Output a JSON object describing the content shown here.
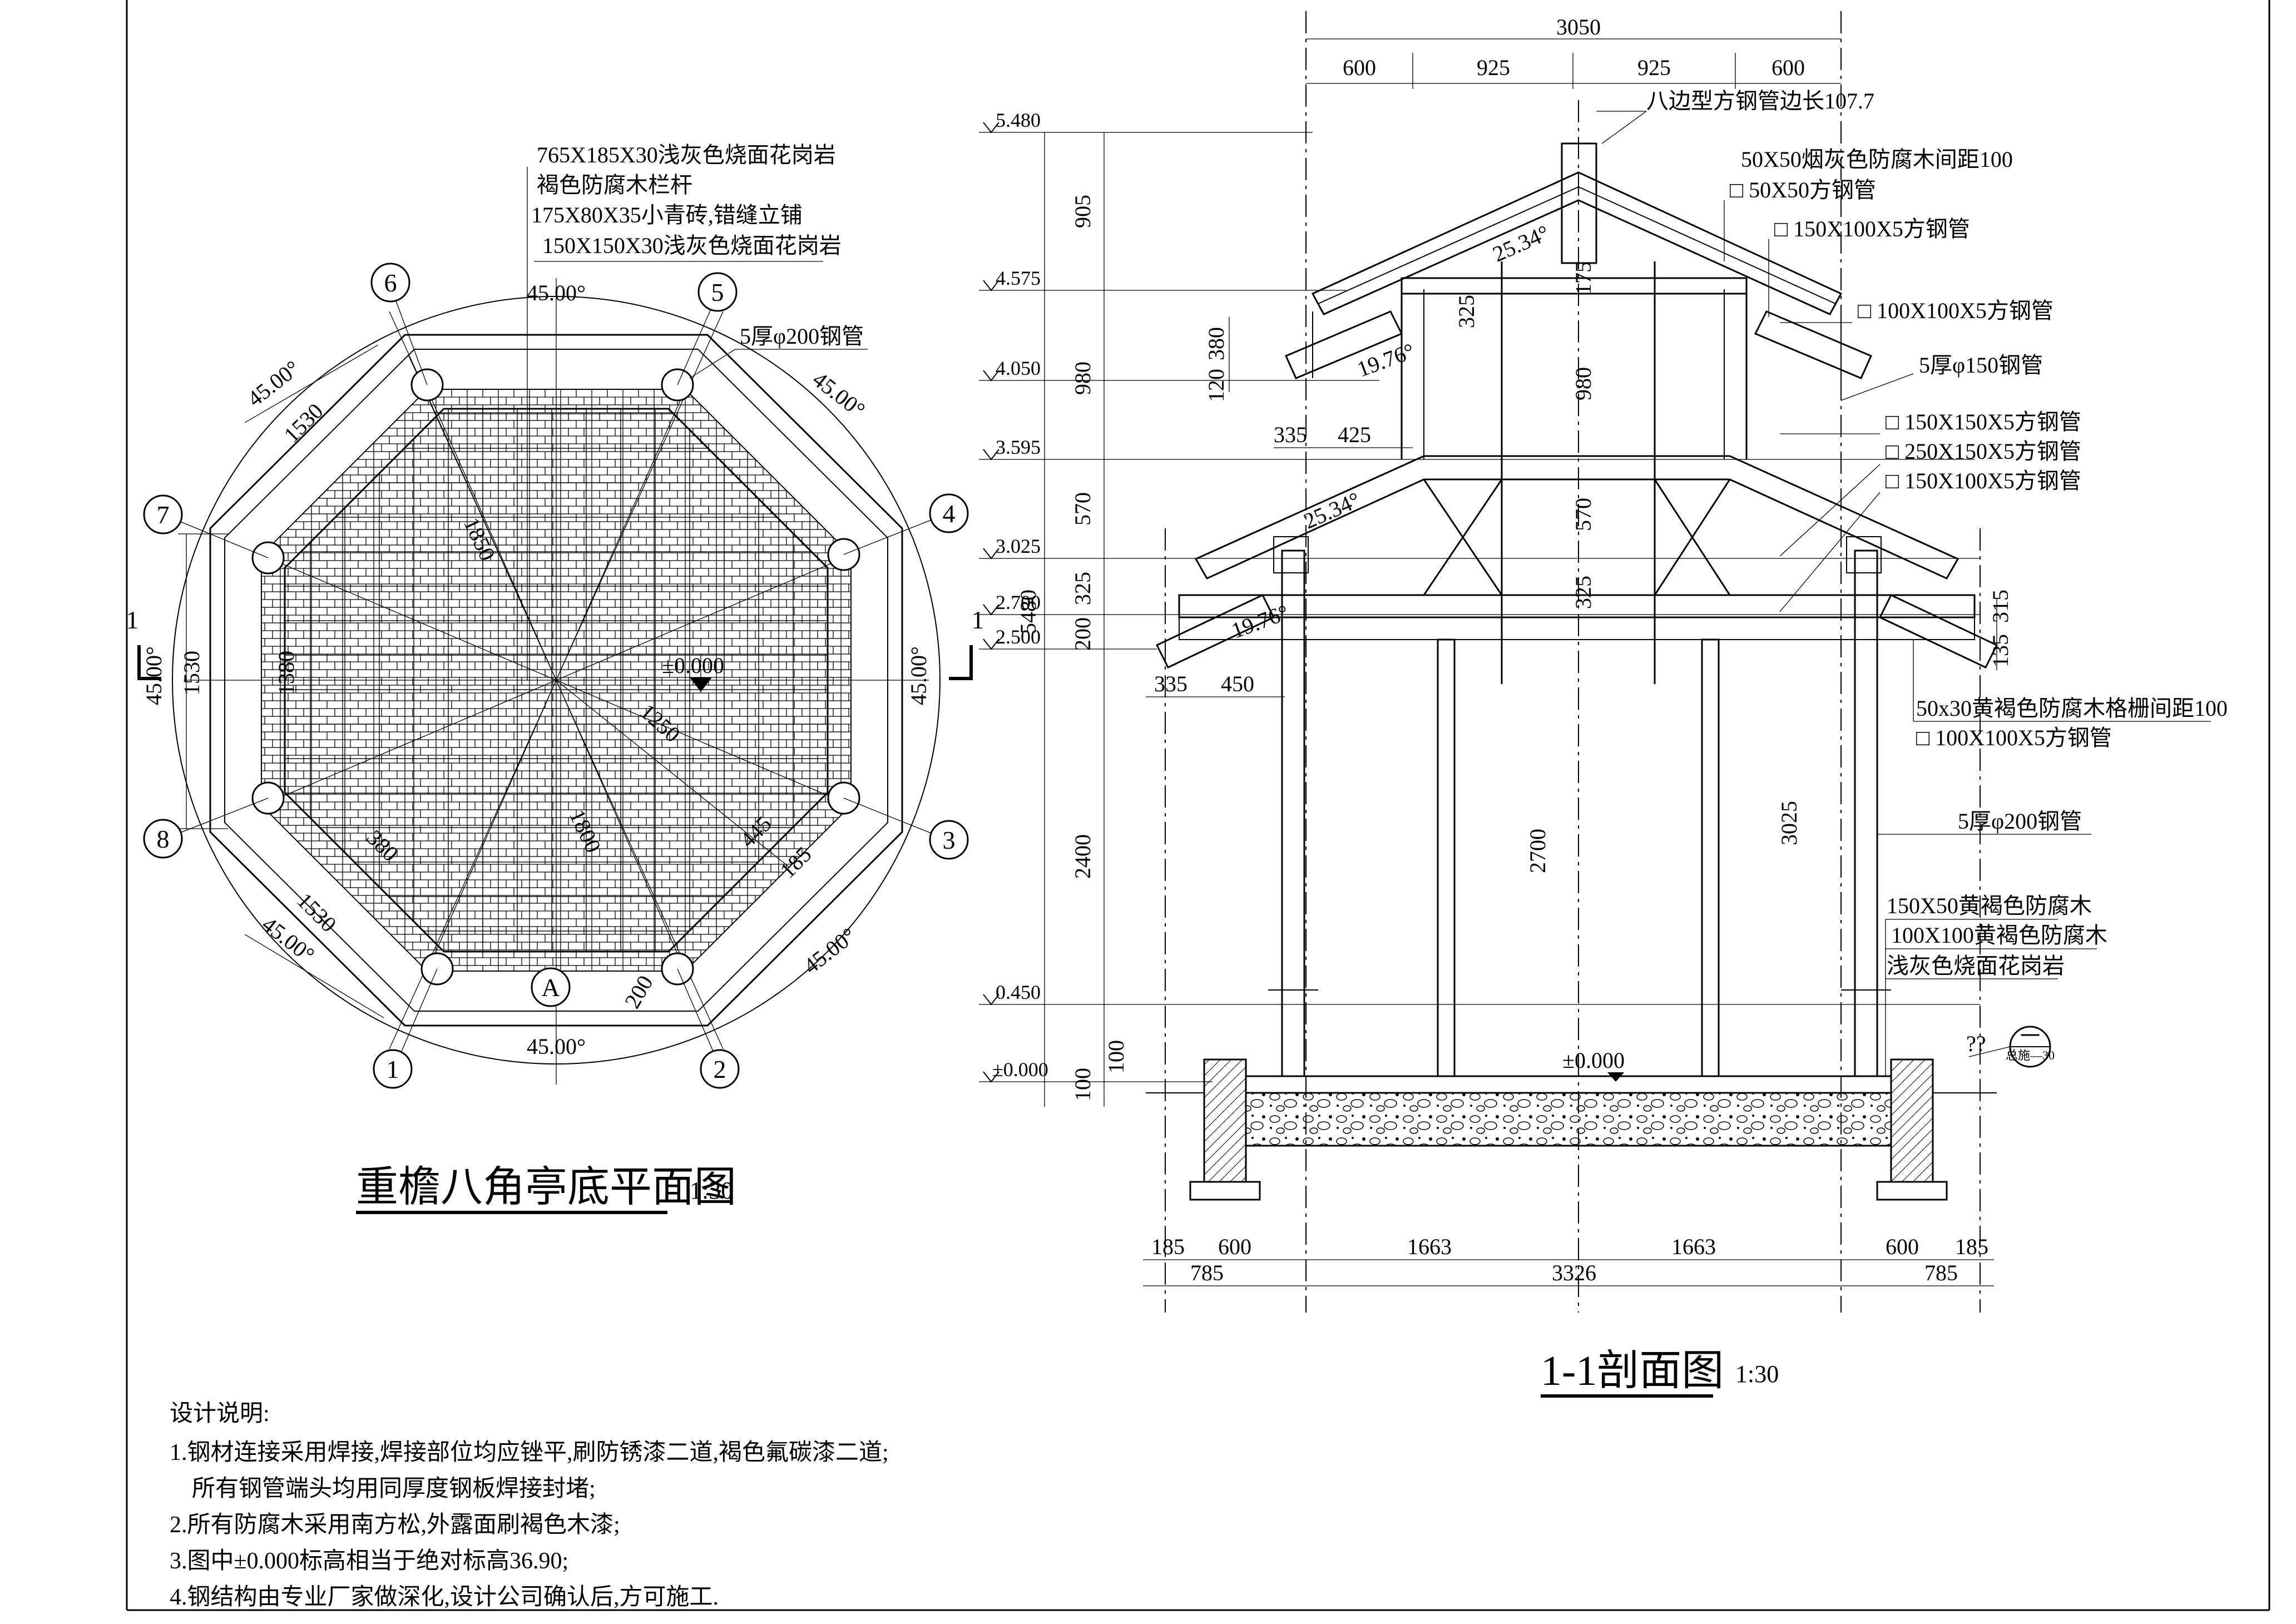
{
  "plan": {
    "title": "重檐八角亭底平面图",
    "scale": "1:30",
    "material_notes": [
      "765X185X30浅灰色烧面花岗岩",
      "褐色防腐木栏杆",
      "175X80X35小青砖,错缝立铺",
      "150X150X30浅灰色烧面花岗岩"
    ],
    "post_note": "5厚φ200钢管",
    "angle_label": "45.00°",
    "datum": "±0.000",
    "axis_labels": [
      "1",
      "2",
      "3",
      "4",
      "5",
      "6",
      "7",
      "8"
    ],
    "grid_label": "A",
    "section_mark": "1",
    "dims": {
      "side": "1530",
      "span": "1380",
      "diag_1850": "1850",
      "diag_1250": "1250",
      "diag_1800": "1800",
      "d_380": "380",
      "d_445": "445",
      "d_185": "185",
      "d_200": "200"
    }
  },
  "section": {
    "title": "1-1剖面图",
    "scale": "1:30",
    "top_dims": [
      "600",
      "925",
      "925",
      "600"
    ],
    "top_total": "3050",
    "elevations": [
      "5.480",
      "4.575",
      "4.050",
      "3.595",
      "3.025",
      "2.700",
      "2.500",
      "0.450",
      "±0.000"
    ],
    "left_dims": [
      "905",
      "980",
      "570",
      "325",
      "200",
      "2400",
      "100"
    ],
    "overall_height": "5480",
    "bottom_dims_row1": [
      "185",
      "600",
      "1663",
      "1663",
      "600",
      "185"
    ],
    "bottom_dims_row2": [
      "785",
      "3326",
      "785"
    ],
    "inner_dims": {
      "h_120": "120",
      "h_380": "380",
      "d_335a": "335",
      "d_425": "425",
      "d_335b": "335",
      "d_450": "450",
      "center_980": "980",
      "center_570": "570",
      "center_325": "325",
      "center_175": "175",
      "col_2700": "2700",
      "col_3025": "3025",
      "right_315": "315",
      "right_135": "135",
      "pitch_1": "25.34°",
      "pitch_2": "19.76°",
      "pitch_3": "25.34°",
      "pitch_4": "19.76°",
      "d_325": "325"
    },
    "floor_datum": "±0.000",
    "callouts": [
      "八边型方钢管边长107.7",
      "50X50烟灰色防腐木间距100",
      "□ 50X50方钢管",
      "□ 150X100X5方钢管",
      "□ 100X100X5方钢管",
      "5厚φ150钢管",
      "□ 150X150X5方钢管",
      "□ 250X150X5方钢管",
      "□ 150X100X5方钢管",
      "50x30黄褐色防腐木格栅间距100",
      "□ 100X100X5方钢管",
      "5厚φ200钢管",
      "150X50黄褐色防腐木",
      "100X100黄褐色防腐木",
      "浅灰色烧面花岗岩"
    ],
    "detail_ref": {
      "question": "??",
      "top": "一",
      "bottom": "总施—30"
    }
  },
  "design_notes": {
    "heading": "设计说明:",
    "lines": [
      "1.钢材连接采用焊接,焊接部位均应锉平,刷防锈漆二道,褐色氟碳漆二道;",
      "所有钢管端头均用同厚度钢板焊接封堵;",
      "2.所有防腐木采用南方松,外露面刷褐色木漆;",
      "3.图中±0.000标高相当于绝对标高36.90;",
      "4.钢结构由专业厂家做深化,设计公司确认后,方可施工."
    ]
  }
}
